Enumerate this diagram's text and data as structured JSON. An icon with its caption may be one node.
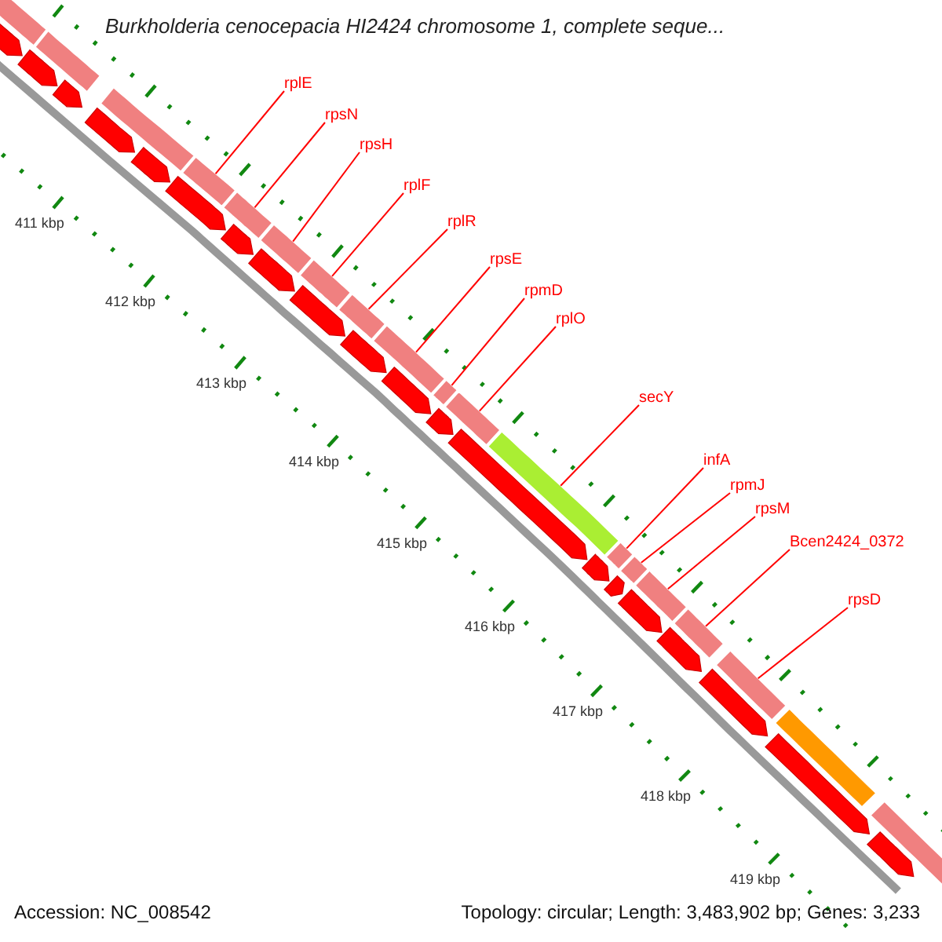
{
  "diagram": {
    "title": "Burkholderia cenocepacia HI2424 chromosome 1, complete seque...",
    "nodes": [
      {
        "text": [
          "rplE"
        ]
      },
      {
        "text": [
          "rpsN"
        ]
      },
      {
        "text": [
          "rpsH"
        ]
      },
      {
        "text": [
          "rplF"
        ]
      },
      {
        "text": [
          "rplR"
        ]
      },
      {
        "text": [
          "rpsE"
        ]
      },
      {
        "text": [
          "rpmD"
        ]
      },
      {
        "text": [
          "rplO"
        ]
      },
      {
        "text": [
          "secY"
        ]
      },
      {
        "text": [
          "infA"
        ]
      },
      {
        "text": [
          "rpmJ"
        ]
      },
      {
        "text": [
          "rpsM"
        ]
      },
      {
        "text": [
          "Bcen2424_0372"
        ]
      },
      {
        "text": [
          "rpsD"
        ]
      },
      {
        "text": [],
        "shape": "bar"
      },
      {
        "text": [],
        "shape": "bar"
      },
      {
        "text": [],
        "shape": "bar"
      },
      {
        "text": [],
        "shape": "bar"
      },
      {
        "text": [],
        "shape": "bar"
      },
      {
        "text": [],
        "shape": "bar"
      },
      {
        "text": [],
        "shape": "bar"
      },
      {
        "text": [],
        "shape": "bar"
      },
      {
        "text": [],
        "shape": "bar"
      },
      {
        "text": [],
        "shape": "bar"
      },
      {
        "text": [],
        "shape": "bar"
      },
      {
        "text": [],
        "shape": "bar"
      },
      {
        "text": [],
        "shape": "bar"
      },
      {
        "text": [],
        "shape": "bar"
      },
      {
        "text": [],
        "shape": "bar"
      },
      {
        "text": [],
        "shape": "bar"
      },
      {
        "text": [],
        "shape": "bar"
      },
      {
        "text": [],
        "shape": "bar"
      },
      {
        "text": [],
        "shape": "bar"
      },
      {
        "text": [],
        "shape": "pentagon"
      },
      {
        "text": [],
        "shape": "pentagon"
      },
      {
        "text": [],
        "shape": "pentagon"
      },
      {
        "text": [],
        "shape": "pentagon"
      },
      {
        "text": [],
        "shape": "pentagon"
      },
      {
        "text": [],
        "shape": "pentagon"
      },
      {
        "text": [],
        "shape": "pentagon"
      },
      {
        "text": [],
        "shape": "pentagon"
      },
      {
        "text": [],
        "shape": "pentagon"
      },
      {
        "text": [],
        "shape": "pentagon"
      },
      {
        "text": [],
        "shape": "pentagon"
      },
      {
        "text": [],
        "shape": "pentagon"
      },
      {
        "text": [],
        "shape": "pentagon"
      },
      {
        "text": [],
        "shape": "pentagon"
      },
      {
        "text": [],
        "shape": "pentagon"
      },
      {
        "text": [],
        "shape": "pentagon"
      },
      {
        "text": [],
        "shape": "pentagon"
      },
      {
        "text": [],
        "shape": "pentagon"
      },
      {
        "text": [],
        "shape": "pentagon"
      },
      {
        "text": [],
        "shape": "pentagon"
      }
    ],
    "edges": [
      {
        "from": 0,
        "to": 14,
        "arrow": "none"
      },
      {
        "from": 1,
        "to": 15,
        "arrow": "none"
      },
      {
        "from": 2,
        "to": 16,
        "arrow": "none"
      },
      {
        "from": 3,
        "to": 17,
        "arrow": "none"
      },
      {
        "from": 4,
        "to": 18,
        "arrow": "none"
      },
      {
        "from": 5,
        "to": 19,
        "arrow": "none"
      },
      {
        "from": 6,
        "to": 20,
        "arrow": "none"
      },
      {
        "from": 7,
        "to": 21,
        "arrow": "none"
      },
      {
        "from": 8,
        "to": 22,
        "arrow": "none"
      },
      {
        "from": 9,
        "to": 23,
        "arrow": "none"
      },
      {
        "from": 10,
        "to": 24,
        "arrow": "none"
      },
      {
        "from": 11,
        "to": 25,
        "arrow": "none"
      },
      {
        "from": 12,
        "to": 26,
        "arrow": "none"
      },
      {
        "from": 13,
        "to": 27,
        "arrow": "none"
      }
    ],
    "labels": [
      "411 kbp",
      "412 kbp",
      "413 kbp",
      "414 kbp",
      "415 kbp",
      "416 kbp",
      "417 kbp",
      "418 kbp",
      "419 kbp",
      "Accession: NC_008542",
      "Topology: circular; Length: 3,483,902 bp; Genes: 3,233"
    ]
  }
}
